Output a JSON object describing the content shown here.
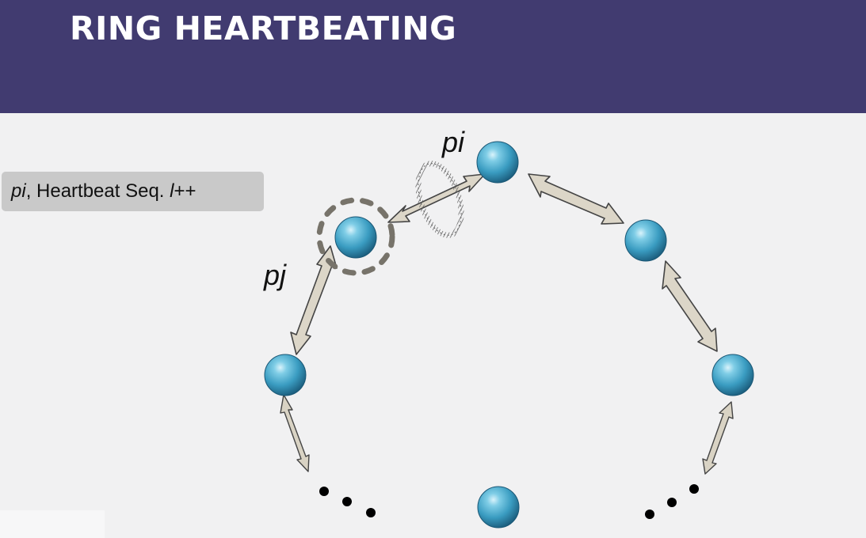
{
  "header": {
    "title": "RING HEARTBEATING"
  },
  "caption": {
    "part1": "pi",
    "part2": ", Heartbeat Seq. ",
    "part3": "l",
    "part4": "++"
  },
  "labels": {
    "pi": "pi",
    "pj": "pj"
  },
  "colors": {
    "header_bg": "#413b70",
    "node_fill": "#3f9ec0",
    "arrow_fill": "#dcd6c8",
    "arrow_stroke": "#444444"
  }
}
